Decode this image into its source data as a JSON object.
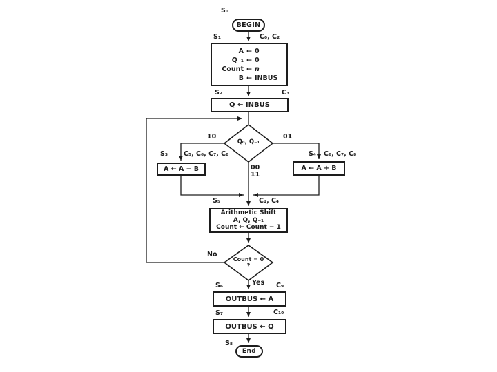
{
  "diagram": {
    "begin": {
      "state": "S₀",
      "label": "BEGIN"
    },
    "init": {
      "state": "S₁",
      "controls": "C₀, C₂",
      "rows": [
        {
          "lhs": "A",
          "arrow": "←",
          "rhs": "0"
        },
        {
          "lhs": "Q₋₁",
          "arrow": "←",
          "rhs": "0"
        },
        {
          "lhs": "Count",
          "arrow": "←",
          "rhs": "n"
        },
        {
          "lhs": "B",
          "arrow": "←",
          "rhs": "INBUS"
        }
      ]
    },
    "load_q": {
      "state": "S₂",
      "controls": "C₃",
      "text": "Q ← INBUS"
    },
    "test_bits": {
      "label": "Q₀, Q₋₁",
      "branch_10": "10",
      "branch_01": "01",
      "branch_00": "00",
      "branch_11": "11"
    },
    "subtract": {
      "state": "S₃",
      "controls": "C₅, C₆, C₇, C₈",
      "text": "A ← A − B"
    },
    "add": {
      "state": "S₄",
      "controls": "C₆, C₇, C₈",
      "text": "A ← A + B"
    },
    "shift": {
      "state": "S₅",
      "controls": "C₁, C₄",
      "line1": "Arithmetic Shift",
      "line2": "A, Q, Q₋₁",
      "line3": "Count ← Count − 1"
    },
    "test_count": {
      "line1": "Count = 0",
      "line2": "?",
      "no": "No",
      "yes": "Yes"
    },
    "out_a": {
      "state": "S₆",
      "controls": "C₉",
      "text": "OUTBUS ← A"
    },
    "out_q": {
      "state": "S₇",
      "controls": "C₁₀",
      "text": "OUTBUS ← Q"
    },
    "end": {
      "state": "S₈",
      "label": "End"
    }
  },
  "colors": {
    "ink": "#1d1d1d",
    "background": "#ffffff"
  }
}
